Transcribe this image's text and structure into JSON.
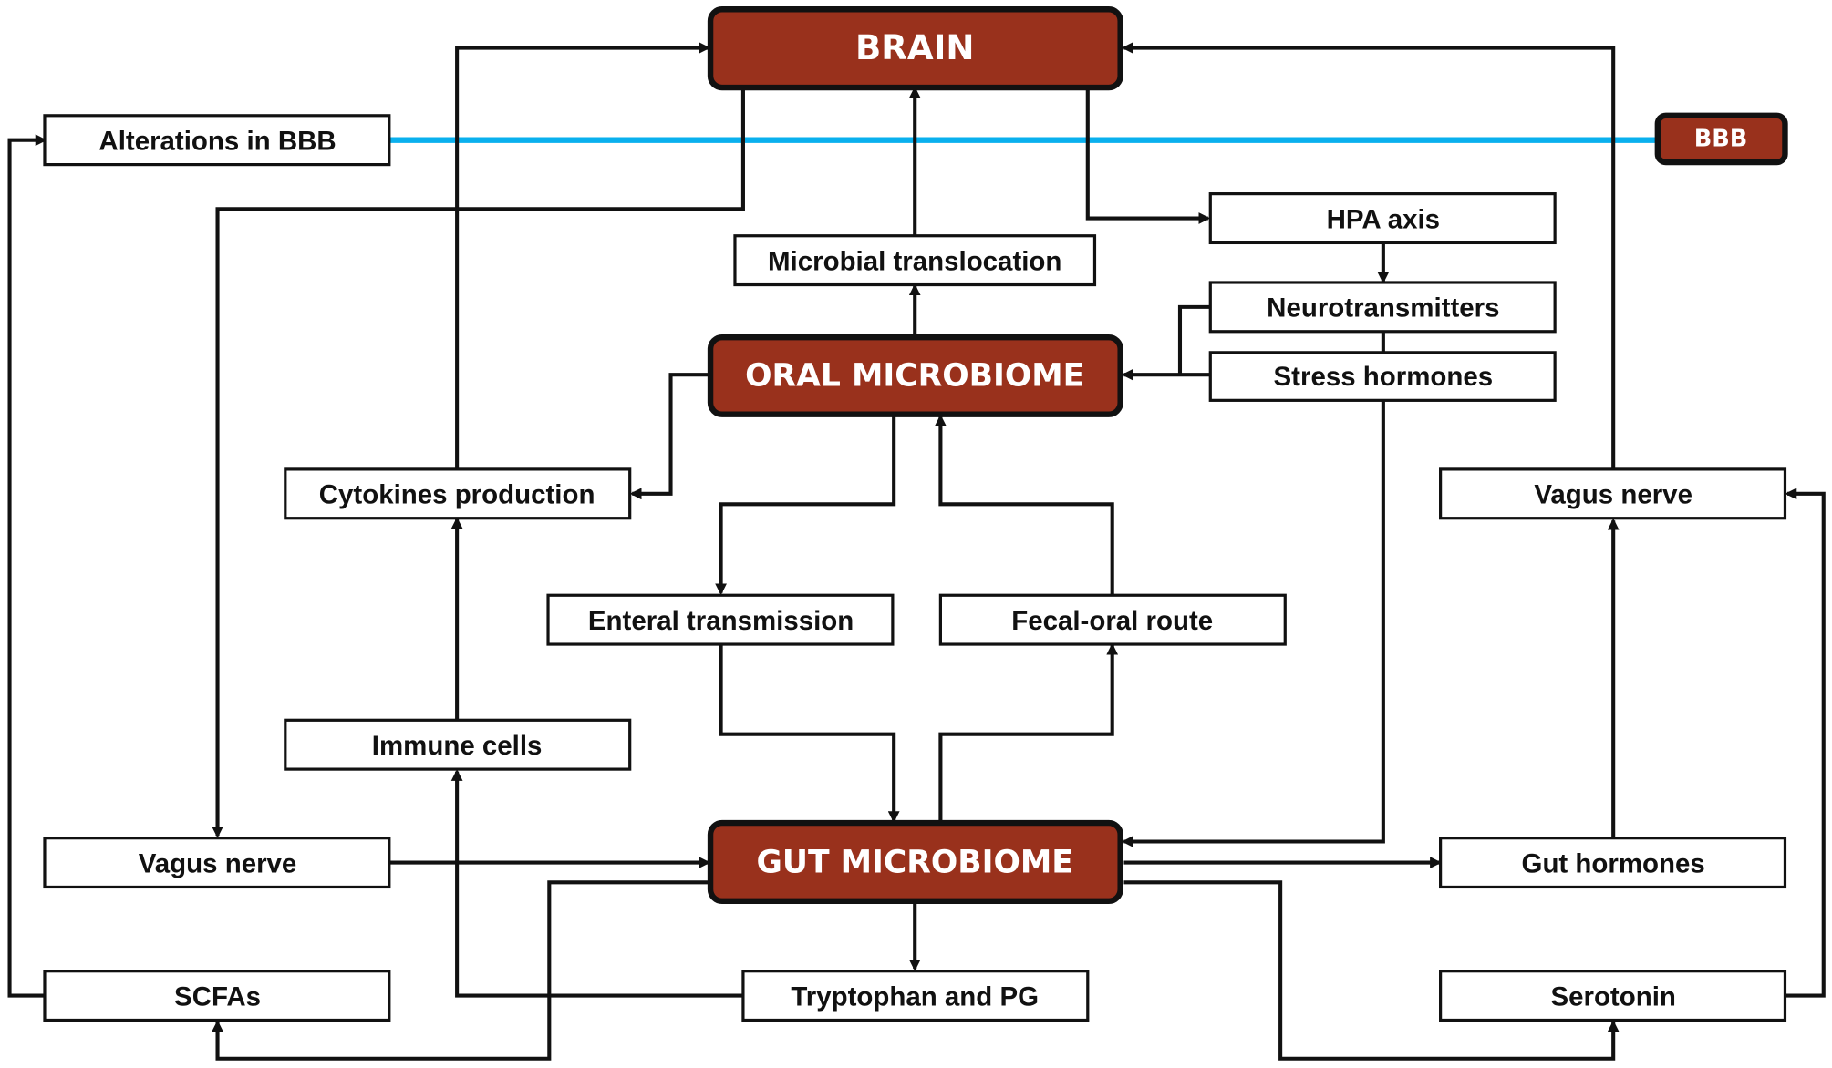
{
  "diagram": {
    "title": "Oral–gut–brain axis",
    "hubs": {
      "brain": "BRAIN",
      "oral": "ORAL MICROBIOME",
      "gut": "GUT MICROBIOME",
      "bbb": "BBB"
    },
    "nodes": {
      "alterations_bbb": "Alterations in BBB",
      "microbial_translocation": "Microbial translocation",
      "hpa_axis": "HPA axis",
      "neurotransmitters": "Neurotransmitters",
      "stress_hormones": "Stress hormones",
      "cytokines": "Cytokines production",
      "vagus_right": "Vagus nerve",
      "enteral": "Enteral transmission",
      "fecal_oral": "Fecal-oral route",
      "immune_cells": "Immune cells",
      "vagus_left": "Vagus nerve",
      "gut_hormones": "Gut hormones",
      "scfas": "SCFAs",
      "tryptophan": "Tryptophan and PG",
      "serotonin": "Serotonin"
    },
    "colors": {
      "hub_fill": "#99311c",
      "bbb_line": "#0ab0ee",
      "line": "#111111"
    }
  }
}
